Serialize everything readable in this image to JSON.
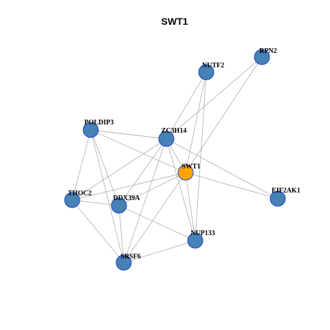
{
  "title": "SWT1",
  "colors": {
    "hub_fill": "#ffa500",
    "node_fill": "#4682b4",
    "node_border": "#1f3fc4",
    "edge": "#b3b3b3"
  },
  "nodes": [
    {
      "id": "SWT1",
      "label": "SWT1",
      "hub": true
    },
    {
      "id": "RPN2",
      "label": "RPN2",
      "hub": false
    },
    {
      "id": "NUTF2",
      "label": "NUTF2",
      "hub": false
    },
    {
      "id": "POLDIP3",
      "label": "POLDIP3",
      "hub": false
    },
    {
      "id": "ZC3H14",
      "label": "ZC3H14",
      "hub": false
    },
    {
      "id": "EIF2AK1",
      "label": "EIF2AK1",
      "hub": false
    },
    {
      "id": "THOC2",
      "label": "THOC2",
      "hub": false
    },
    {
      "id": "DDX39A",
      "label": "DDX39A",
      "hub": false
    },
    {
      "id": "NUP133",
      "label": "NUP133",
      "hub": false
    },
    {
      "id": "SRSF6",
      "label": "SRSF6",
      "hub": false
    }
  ],
  "edges": [
    [
      "SWT1",
      "RPN2"
    ],
    [
      "SWT1",
      "NUTF2"
    ],
    [
      "SWT1",
      "POLDIP3"
    ],
    [
      "SWT1",
      "ZC3H14"
    ],
    [
      "SWT1",
      "EIF2AK1"
    ],
    [
      "SWT1",
      "THOC2"
    ],
    [
      "SWT1",
      "DDX39A"
    ],
    [
      "SWT1",
      "NUP133"
    ],
    [
      "SWT1",
      "SRSF6"
    ],
    [
      "RPN2",
      "ZC3H14"
    ],
    [
      "NUTF2",
      "ZC3H14"
    ],
    [
      "NUTF2",
      "NUP133"
    ],
    [
      "POLDIP3",
      "ZC3H14"
    ],
    [
      "POLDIP3",
      "THOC2"
    ],
    [
      "POLDIP3",
      "DDX39A"
    ],
    [
      "POLDIP3",
      "SRSF6"
    ],
    [
      "ZC3H14",
      "THOC2"
    ],
    [
      "ZC3H14",
      "DDX39A"
    ],
    [
      "ZC3H14",
      "NUP133"
    ],
    [
      "ZC3H14",
      "SRSF6"
    ],
    [
      "ZC3H14",
      "EIF2AK1"
    ],
    [
      "THOC2",
      "DDX39A"
    ],
    [
      "THOC2",
      "SRSF6"
    ],
    [
      "DDX39A",
      "NUP133"
    ],
    [
      "DDX39A",
      "SRSF6"
    ],
    [
      "NUP133",
      "SRSF6"
    ]
  ]
}
